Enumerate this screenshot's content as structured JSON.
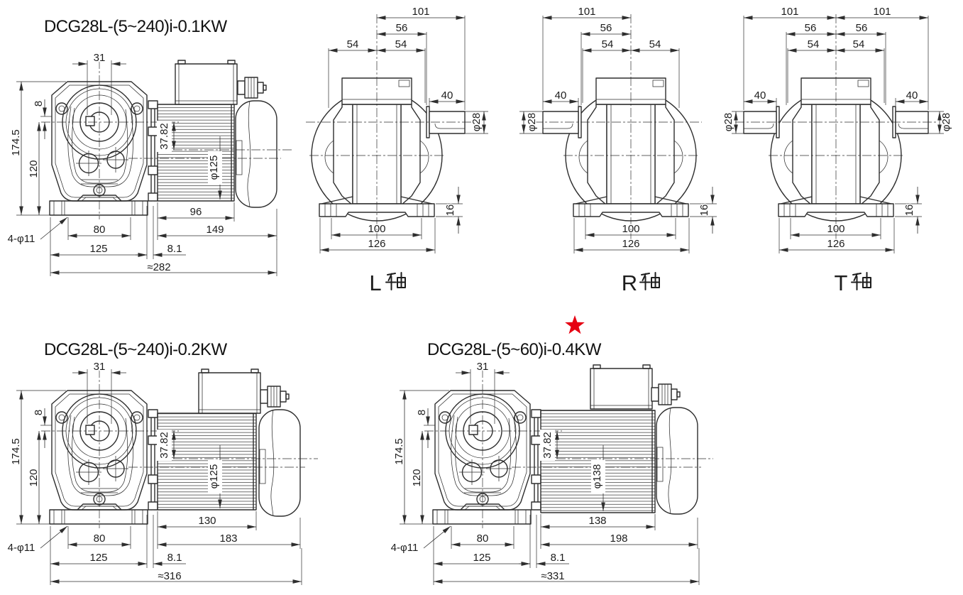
{
  "page": {
    "background": "#ffffff",
    "line_color": "#2e2e2e",
    "star_color": "#e60012",
    "star_icon": "filled-five-point-star"
  },
  "motor_01kw": {
    "title": "DCG28L-(5~240)i-0.1KW",
    "dims": {
      "bore_key_width": "31",
      "key_offset": "8",
      "overall_height": "174.5",
      "axis_height": "120",
      "motor_key": "37.82",
      "motor_diameter": "φ125",
      "motor_frame": "96",
      "motor_length": "149",
      "foot_bolt_span": "80",
      "base_length": "125",
      "flange_gap": "8.1",
      "overall_length": "≈282",
      "mount_holes": "4-φ11"
    }
  },
  "motor_02kw": {
    "title": "DCG28L-(5~240)i-0.2KW",
    "dims": {
      "bore_key_width": "31",
      "key_offset": "8",
      "overall_height": "174.5",
      "axis_height": "120",
      "motor_key": "37.82",
      "motor_diameter": "φ125",
      "motor_frame": "130",
      "motor_length": "183",
      "foot_bolt_span": "80",
      "base_length": "125",
      "flange_gap": "8.1",
      "overall_length": "≈316",
      "mount_holes": "4-φ11"
    }
  },
  "motor_04kw": {
    "title": "DCG28L-(5~60)i-0.4KW",
    "starred": true,
    "dims": {
      "bore_key_width": "31",
      "key_offset": "8",
      "overall_height": "174.5",
      "axis_height": "120",
      "motor_key": "37.82",
      "motor_diameter": "φ138",
      "motor_frame": "138",
      "motor_length": "198",
      "foot_bolt_span": "80",
      "base_length": "125",
      "flange_gap": "8.1",
      "overall_length": "≈331",
      "mount_holes": "4-φ11"
    }
  },
  "shaft_l": {
    "label": "L轴",
    "letter": "L",
    "suffix_char": "轴",
    "dims": {
      "center_to_end": "101",
      "center_to_flange": "56",
      "half_left": "54",
      "half_right": "54",
      "shaft_length": "40",
      "shaft_diameter": "φ28",
      "foot_height": "16",
      "foot_bolt_span": "100",
      "base_width": "126"
    }
  },
  "shaft_r": {
    "label": "R轴",
    "letter": "R",
    "suffix_char": "轴",
    "dims": {
      "center_to_end": "101",
      "center_to_flange": "56",
      "half_left": "54",
      "half_right": "54",
      "shaft_length": "40",
      "shaft_diameter": "φ28",
      "foot_height": "16",
      "foot_bolt_span": "100",
      "base_width": "126"
    }
  },
  "shaft_t": {
    "label": "T轴",
    "letter": "T",
    "suffix_char": "轴",
    "dims": {
      "center_to_end_left": "101",
      "center_to_end_right": "101",
      "flange_left": "56",
      "flange_right": "56",
      "half_left": "54",
      "half_right": "54",
      "shaft_length_left": "40",
      "shaft_length_right": "40",
      "shaft_dia_left": "φ28",
      "shaft_dia_right": "φ28",
      "foot_height": "16",
      "foot_bolt_span": "100",
      "base_width": "126"
    }
  }
}
